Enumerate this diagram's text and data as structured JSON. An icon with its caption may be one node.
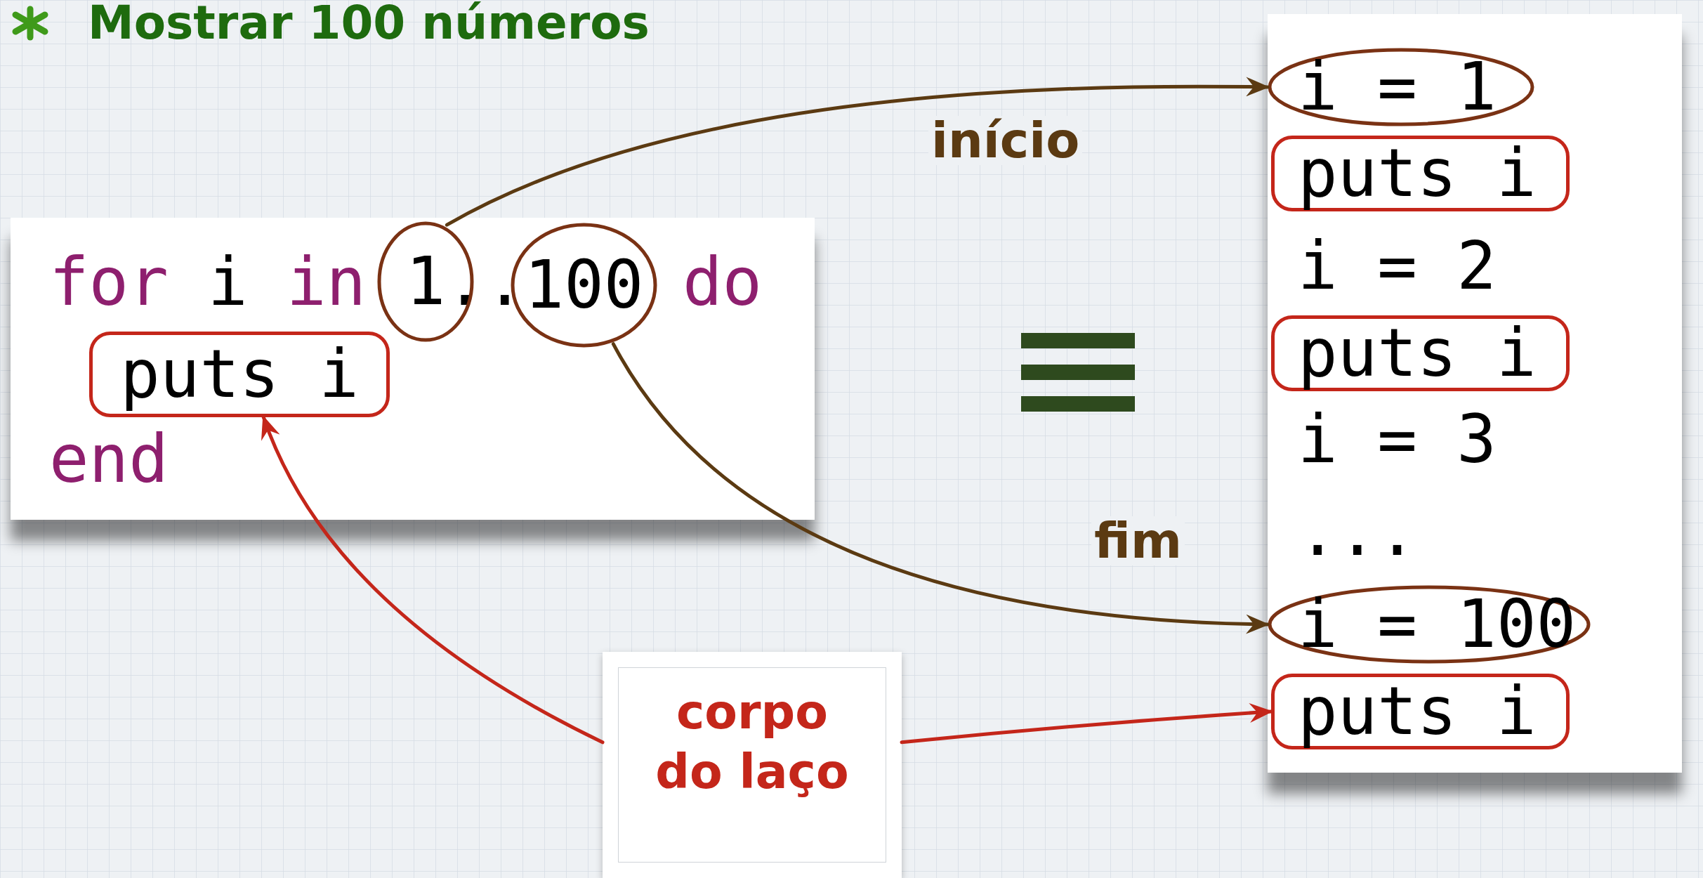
{
  "diagram": {
    "title": "Mostrar 100 números",
    "nodes": [
      {
        "text": [
          "for",
          "i",
          "in",
          "..",
          "do",
          "end"
        ]
      },
      {
        "text": [
          "1"
        ],
        "in": 0
      },
      {
        "text": [
          "100"
        ],
        "in": 0
      },
      {
        "text": [
          "puts i"
        ],
        "in": 0
      },
      {
        "text": [
          "i = 2",
          "i = 3",
          "..."
        ]
      },
      {
        "text": [
          "i = 1"
        ],
        "in": 4
      },
      {
        "text": [
          "puts i"
        ],
        "in": 4
      },
      {
        "text": [
          "puts i"
        ],
        "in": 4
      },
      {
        "text": [
          "i = 100"
        ],
        "in": 4
      },
      {
        "text": [
          "puts i"
        ],
        "in": 4
      },
      {
        "text": [
          "corpo do laço"
        ]
      }
    ],
    "edges": [
      {
        "from": 1,
        "to": 5,
        "arrow": "to",
        "label": "início",
        "color": "#5b3a12"
      },
      {
        "from": 2,
        "to": 8,
        "arrow": "to",
        "label": "fim",
        "color": "#5b3a12"
      },
      {
        "from": 10,
        "to": 3,
        "arrow": "to",
        "color": "#c4261a"
      },
      {
        "from": 10,
        "to": 9,
        "arrow": "to",
        "color": "#c4261a"
      }
    ]
  }
}
